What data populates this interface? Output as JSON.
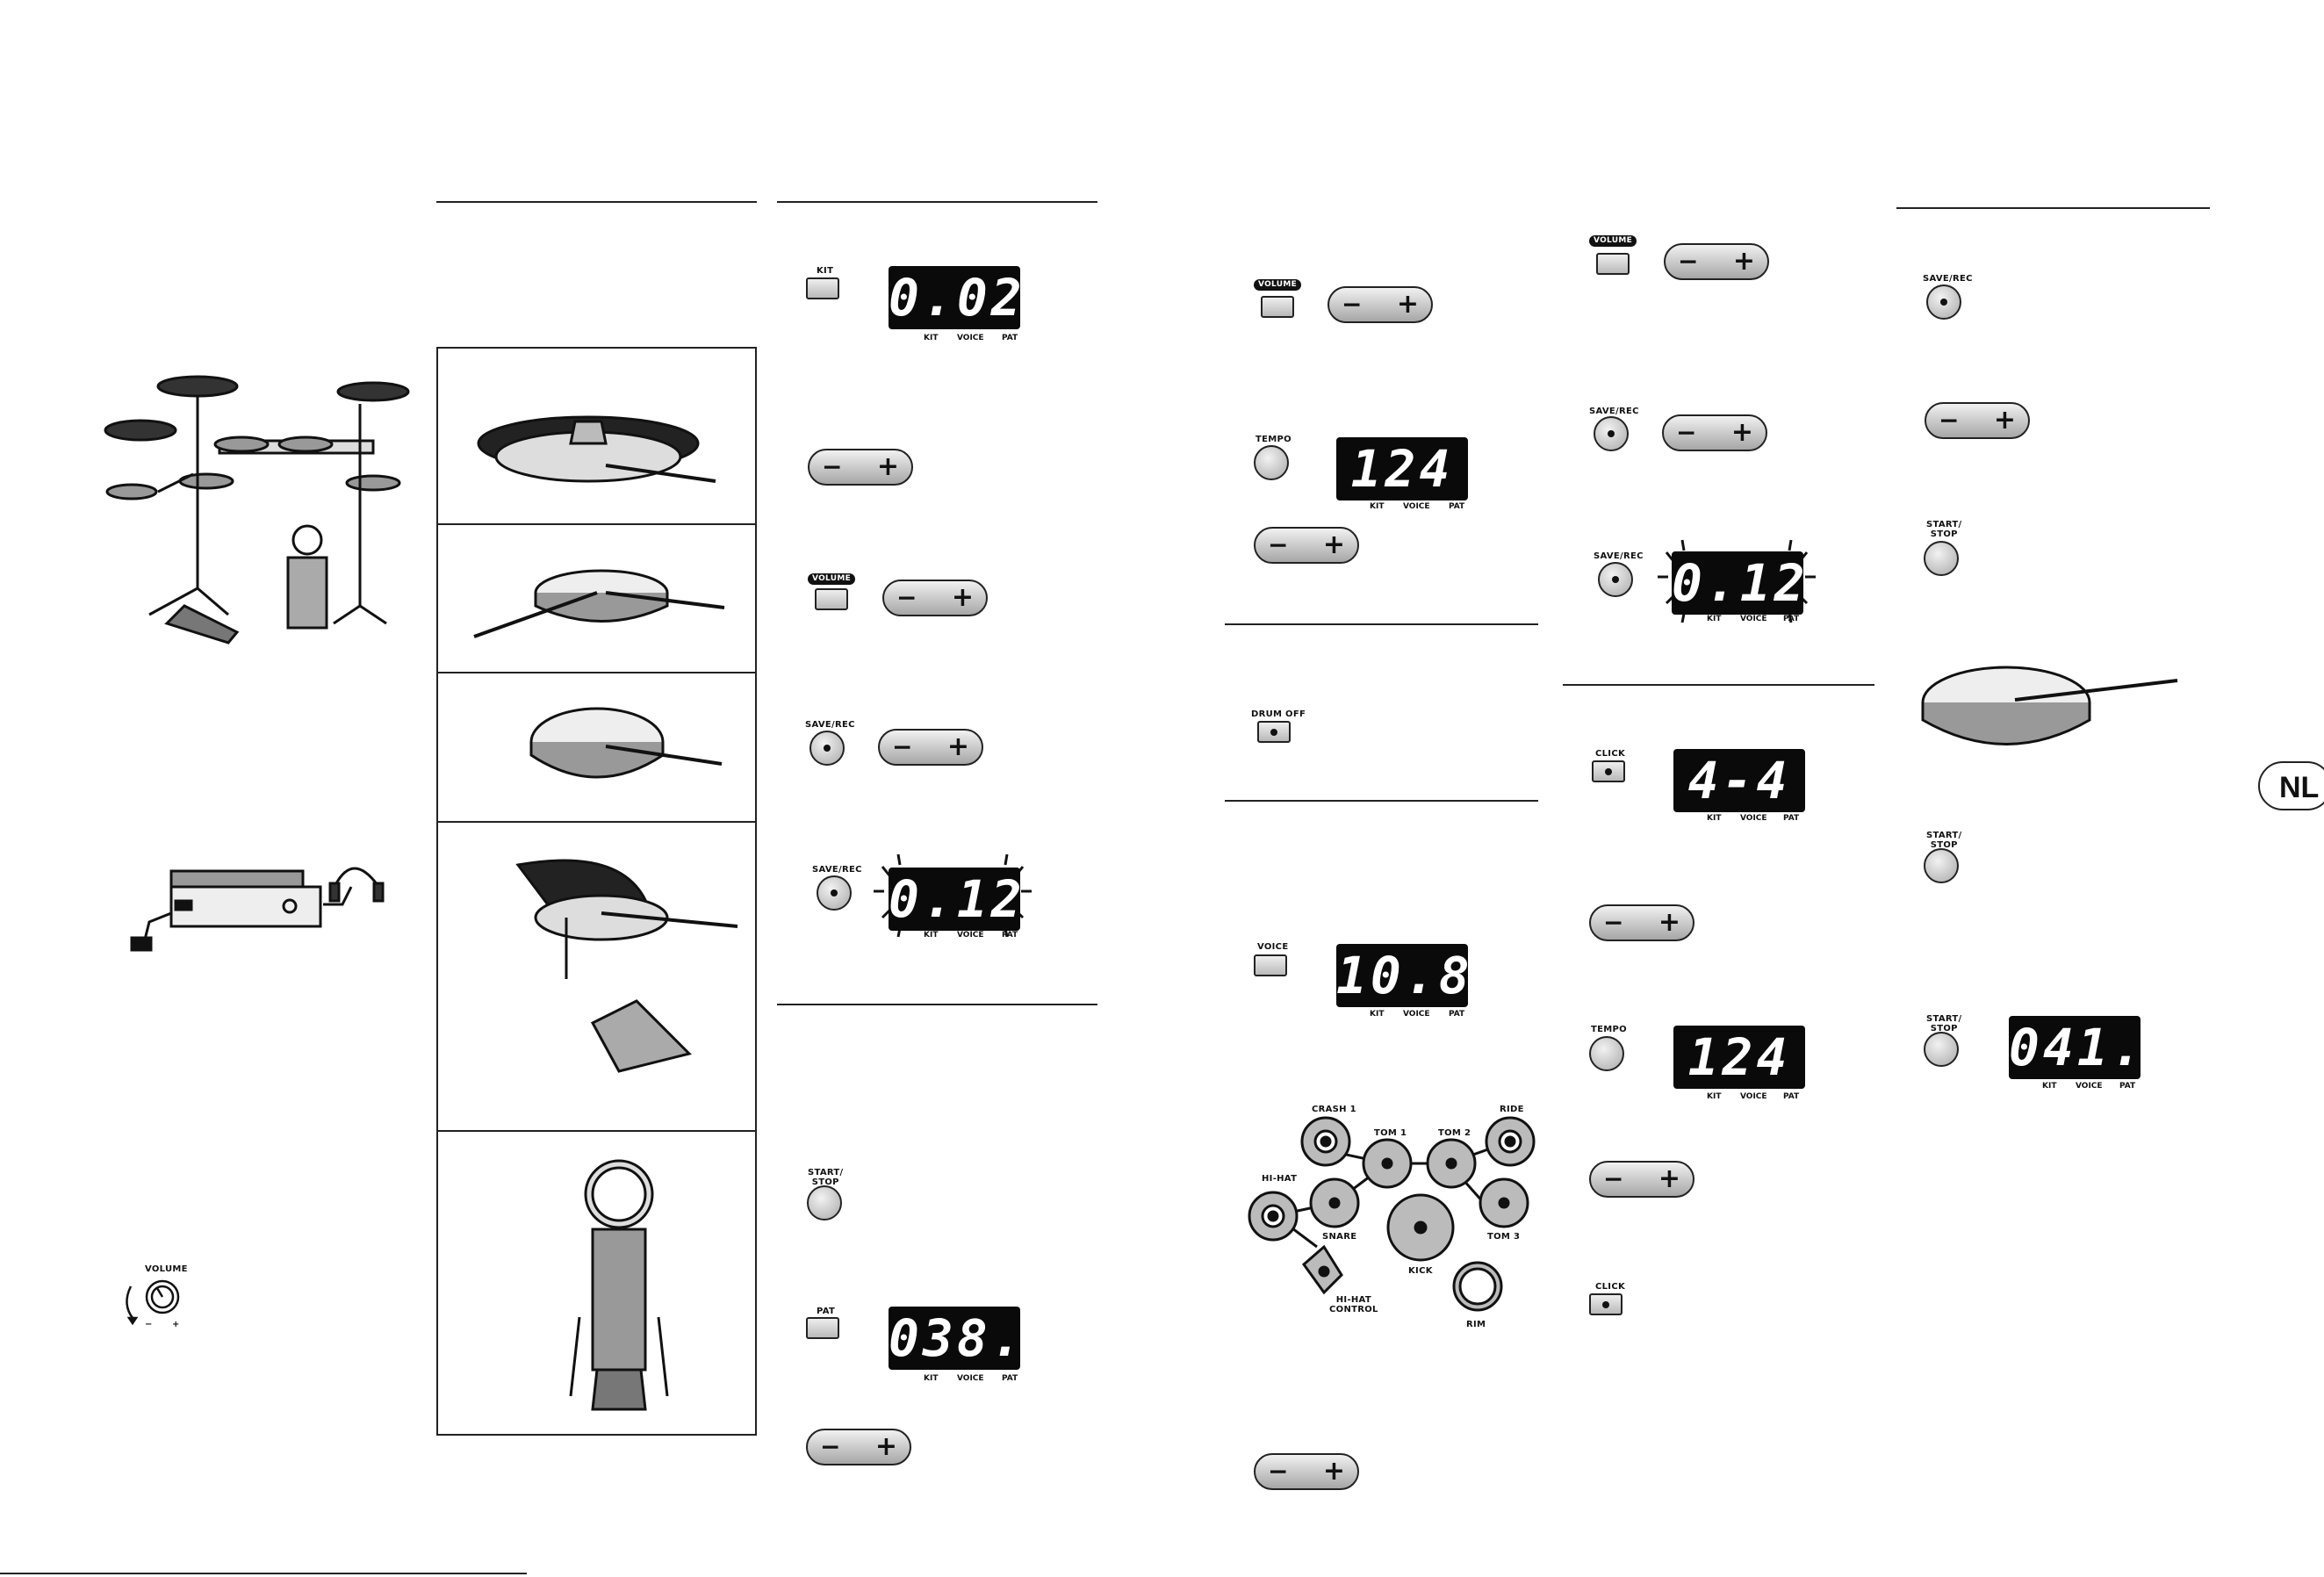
{
  "badge": "NL",
  "labels": {
    "kit": "KIT",
    "volume": "VOLUME",
    "save_rec": "SAVE/REC",
    "start_stop": "START/\nSTOP",
    "pat": "PAT",
    "tempo": "TEMPO",
    "drum_off": "DRUM OFF",
    "voice": "VOICE",
    "click": "CLICK",
    "disp_kit": "KIT",
    "disp_voice": "VOICE",
    "disp_pat": "PAT",
    "minus": "−",
    "plus": "+",
    "knob_volume": "VOLUME",
    "knob_minus": "−",
    "knob_plus": "+"
  },
  "displays": {
    "kit": "0.02",
    "save_blink_1": "0.12",
    "pat": "038.",
    "tempo_1": "124",
    "voice": "10.8",
    "save_blink_2": "0.12",
    "click": "4-4",
    "tempo_2": "124",
    "song": "041."
  },
  "pad_map": {
    "crash1": "CRASH 1",
    "tom1": "TOM 1",
    "tom2": "TOM 2",
    "ride": "RIDE",
    "hihat": "HI-HAT",
    "snare": "SNARE",
    "tom3": "TOM 3",
    "kick": "KICK",
    "hihat_control": "HI-HAT\nCONTROL",
    "rim": "RIM"
  },
  "colors": {
    "ink": "#111111",
    "display_bg": "#0a0a0a",
    "button_light": "#eeeeee",
    "button_dark": "#b0b0b0"
  }
}
